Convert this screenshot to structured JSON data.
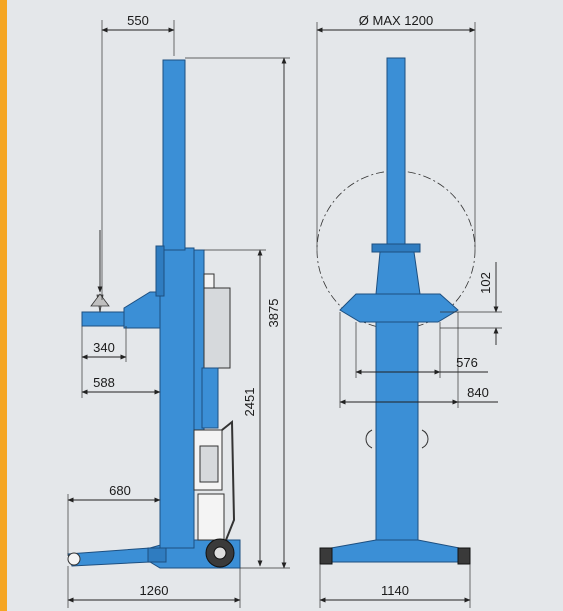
{
  "colors": {
    "accent_bar": "#f5a623",
    "background": "#e4e7ea",
    "column_blue": "#3b8fd6",
    "outline": "#1d4f80"
  },
  "dimensions": {
    "top_offset": "550",
    "diameter_max": "Ø MAX 1200",
    "fork_length": "340",
    "fork_reach": "588",
    "base_leg": "680",
    "base_length": "1260",
    "total_height": "3875",
    "lift_height": "2451",
    "saddle_height": "102",
    "inner_width": "576",
    "outer_width": "840",
    "base_width": "1140"
  }
}
